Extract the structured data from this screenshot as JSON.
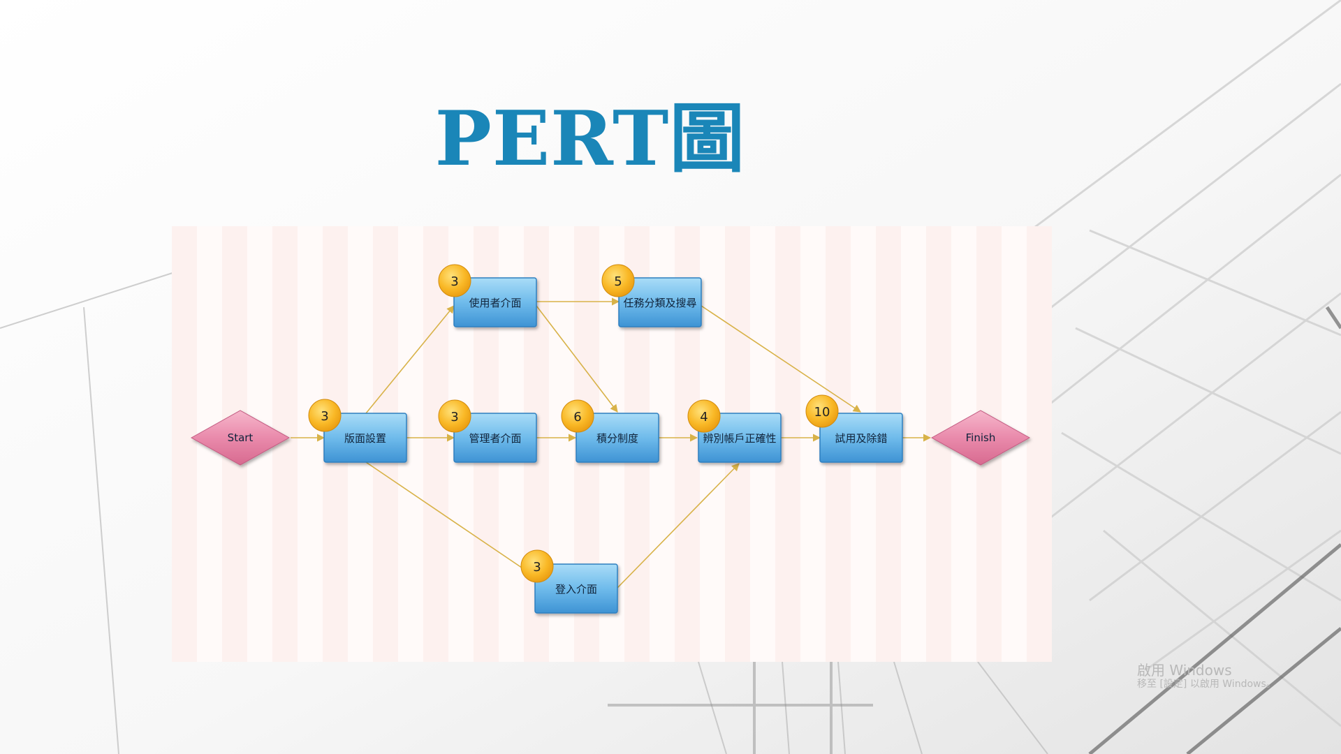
{
  "slide": {
    "title": "PERT圖"
  },
  "diagram": {
    "nodes": [
      {
        "id": "start",
        "label": "Start",
        "shape": "diamond"
      },
      {
        "id": "layout",
        "label": "版面設置",
        "duration": "3"
      },
      {
        "id": "user_ui",
        "label": "使用者介面",
        "duration": "3"
      },
      {
        "id": "admin_ui",
        "label": "管理者介面",
        "duration": "3"
      },
      {
        "id": "login_ui",
        "label": "登入介面",
        "duration": "3"
      },
      {
        "id": "task",
        "label": "任務分類及搜尋",
        "duration": "5"
      },
      {
        "id": "points",
        "label": "積分制度",
        "duration": "6"
      },
      {
        "id": "verify",
        "label": "辨別帳戶正確性",
        "duration": "4"
      },
      {
        "id": "test",
        "label": "試用及除錯",
        "duration": "10"
      },
      {
        "id": "finish",
        "label": "Finish",
        "shape": "diamond"
      }
    ],
    "edges": [
      [
        "start",
        "layout"
      ],
      [
        "layout",
        "user_ui"
      ],
      [
        "layout",
        "admin_ui"
      ],
      [
        "layout",
        "login_ui"
      ],
      [
        "user_ui",
        "task"
      ],
      [
        "user_ui",
        "points"
      ],
      [
        "admin_ui",
        "points"
      ],
      [
        "points",
        "verify"
      ],
      [
        "login_ui",
        "verify"
      ],
      [
        "verify",
        "test"
      ],
      [
        "task",
        "test"
      ],
      [
        "test",
        "finish"
      ]
    ],
    "colors": {
      "box_top": "#8fd0f3",
      "box_bottom": "#3f95d6",
      "box_border": "#2f7fbf",
      "badge": "#f9b826",
      "diamond": "#e57fa2",
      "edge": "#d8b248"
    }
  },
  "watermark": {
    "line1": "啟用 Windows",
    "line2": "移至 [設定] 以啟用 Windows。"
  }
}
